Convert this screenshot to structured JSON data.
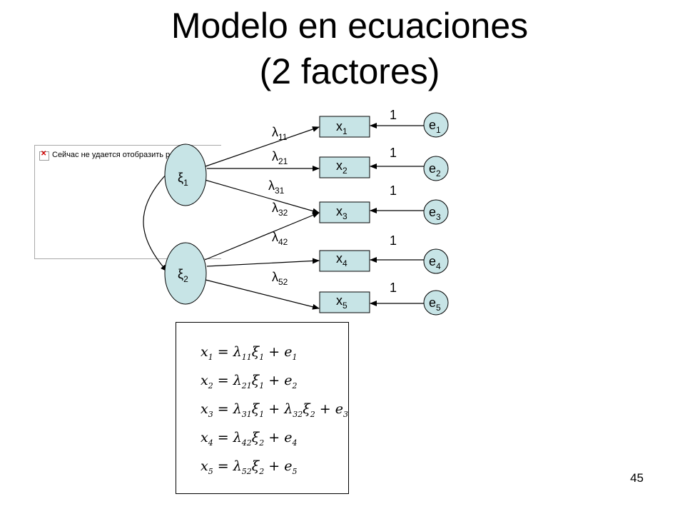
{
  "title": {
    "line1": "Modelo en ecuaciones",
    "line2": "(2 factores)"
  },
  "broken_image": {
    "text": "Сейчас не удается отобразить р"
  },
  "latent_factors": [
    {
      "symbol": "ξ",
      "index": "1"
    },
    {
      "symbol": "ξ",
      "index": "2"
    }
  ],
  "observed": [
    {
      "symbol": "x",
      "index": "1"
    },
    {
      "symbol": "x",
      "index": "2"
    },
    {
      "symbol": "x",
      "index": "3"
    },
    {
      "symbol": "x",
      "index": "4"
    },
    {
      "symbol": "x",
      "index": "5"
    }
  ],
  "errors": [
    {
      "symbol": "e",
      "index": "1",
      "weight": "1"
    },
    {
      "symbol": "e",
      "index": "2",
      "weight": "1"
    },
    {
      "symbol": "e",
      "index": "3",
      "weight": "1"
    },
    {
      "symbol": "e",
      "index": "4",
      "weight": "1"
    },
    {
      "symbol": "e",
      "index": "5",
      "weight": "1"
    }
  ],
  "loadings": [
    {
      "symbol": "λ",
      "index": "11"
    },
    {
      "symbol": "λ",
      "index": "21"
    },
    {
      "symbol": "λ",
      "index": "31"
    },
    {
      "symbol": "λ",
      "index": "32"
    },
    {
      "symbol": "λ",
      "index": "42"
    },
    {
      "symbol": "λ",
      "index": "52"
    }
  ],
  "equations": [
    {
      "lhs": "x",
      "lhs_idx": "1",
      "eq": "=",
      "terms": [
        {
          "l": "11",
          "f": "1"
        }
      ],
      "err": "e",
      "err_idx": "1"
    },
    {
      "lhs": "x",
      "lhs_idx": "2",
      "eq": "=",
      "terms": [
        {
          "l": "21",
          "f": "1"
        }
      ],
      "err": "e",
      "err_idx": "2"
    },
    {
      "lhs": "x",
      "lhs_idx": "3",
      "eq": "=",
      "terms": [
        {
          "l": "31",
          "f": "1"
        },
        {
          "l": "32",
          "f": "2"
        }
      ],
      "err": "e",
      "err_idx": "3"
    },
    {
      "lhs": "x",
      "lhs_idx": "4",
      "eq": "=",
      "terms": [
        {
          "l": "42",
          "f": "2"
        }
      ],
      "err": "e",
      "err_idx": "4"
    },
    {
      "lhs": "x",
      "lhs_idx": "5",
      "eq": "=",
      "terms": [
        {
          "l": "52",
          "f": "2"
        }
      ],
      "err": "e",
      "err_idx": "5"
    }
  ],
  "slide_number": "45",
  "colors": {
    "node_fill": "#c7e4e6",
    "stroke": "#000000",
    "background": "#ffffff"
  }
}
